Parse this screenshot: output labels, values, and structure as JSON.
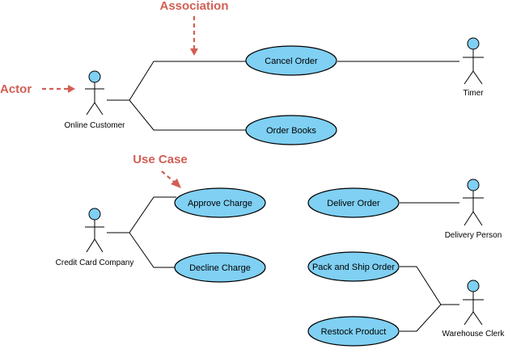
{
  "use_cases": {
    "cancel_order": "Cancel Order",
    "order_books": "Order Books",
    "approve_charge": "Approve Charge",
    "decline_charge": "Decline Charge",
    "deliver_order": "Deliver Order",
    "pack_and_ship_order": "Pack and Ship Order",
    "restock_product": "Restock Product"
  },
  "actors": {
    "online_customer": "Online Customer",
    "timer": "Timer",
    "credit_card_company": "Credit Card Company",
    "delivery_person": "Delivery Person",
    "warehouse_clerk": "Warehouse Clerk"
  },
  "annotations": {
    "association": "Association",
    "actor": "Actor",
    "use_case": "Use Case"
  },
  "colors": {
    "use_case_fill": "#7fd0f3",
    "annotation": "#d25f55"
  }
}
